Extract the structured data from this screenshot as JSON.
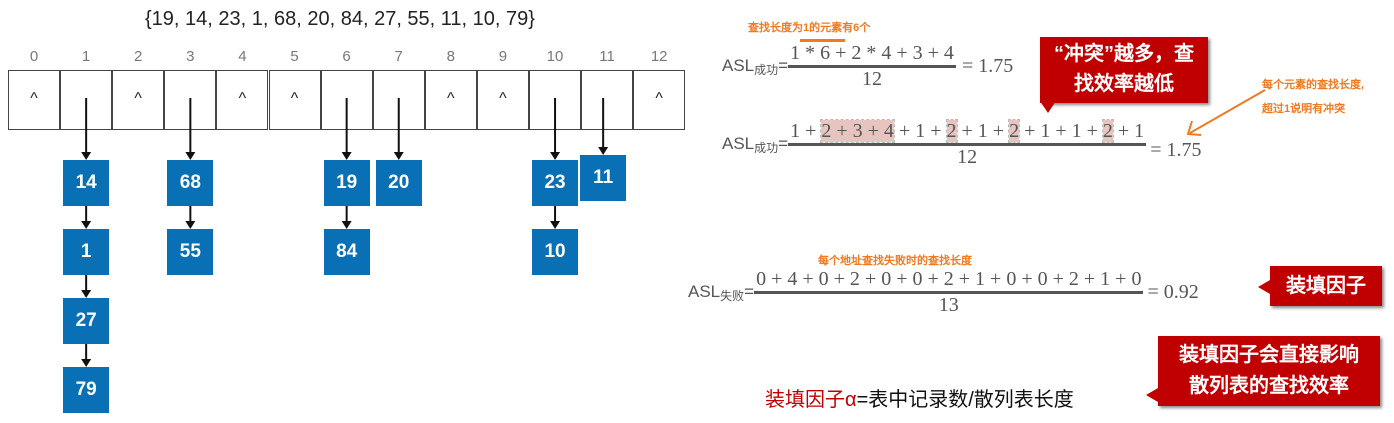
{
  "sequence": "{19, 14, 23, 1, 68, 20, 84, 27, 55, 11, 10, 79}",
  "table": {
    "indices": [
      "0",
      "1",
      "2",
      "3",
      "4",
      "5",
      "6",
      "7",
      "8",
      "9",
      "10",
      "11",
      "12"
    ],
    "cells": [
      "^",
      "",
      "^",
      "",
      "^",
      "^",
      "",
      "",
      "^",
      "^",
      "",
      "",
      "^"
    ]
  },
  "chains": [
    {
      "col": 1,
      "nodes": [
        "14",
        "1",
        "27",
        "79"
      ]
    },
    {
      "col": 3,
      "nodes": [
        "68",
        "55"
      ]
    },
    {
      "col": 6,
      "nodes": [
        "19",
        "84"
      ]
    },
    {
      "col": 7,
      "nodes": [
        "20"
      ]
    },
    {
      "col": 10,
      "nodes": [
        "23",
        "10"
      ]
    },
    {
      "col": 11,
      "nodes": [
        "11"
      ]
    }
  ],
  "asl1": {
    "note": "查找长度为1的元素有6个",
    "label": "ASL",
    "sub": "成功",
    "eq": "=",
    "num": "1 * 6 + 2 * 4 + 3 + 4",
    "den": "12",
    "result": "= 1.75"
  },
  "asl2": {
    "label": "ASL",
    "sub": "成功",
    "eq": "=",
    "num_parts": [
      "1 + ",
      "2 + 3 + 4",
      " + 1 + ",
      "2",
      " + 1 + ",
      "2",
      " + 1 + 1 + ",
      "2",
      " + 1"
    ],
    "den": "12",
    "result": "= 1.75",
    "note_line1": "每个元素的查找长度,",
    "note_line2": "超过1说明有冲突"
  },
  "callout_conflict": {
    "line1": "“冲突”越多，查",
    "line2": "找效率越低"
  },
  "asl3": {
    "note": "每个地址查找失败时的查找长度",
    "label": "ASL",
    "sub": "失败",
    "eq": "=",
    "num": "0 + 4 + 0 + 2 + 0 + 0 + 2 + 1 + 0 + 0 + 2 + 1 + 0",
    "den": "13",
    "result": "= 0.92"
  },
  "callout_load": "装填因子",
  "callout_effect": {
    "line1": "装填因子会直接影响",
    "line2": "散列表的查找效率"
  },
  "load_def": {
    "term": "装填因子α",
    "rest": "=表中记录数/散列表长度"
  }
}
